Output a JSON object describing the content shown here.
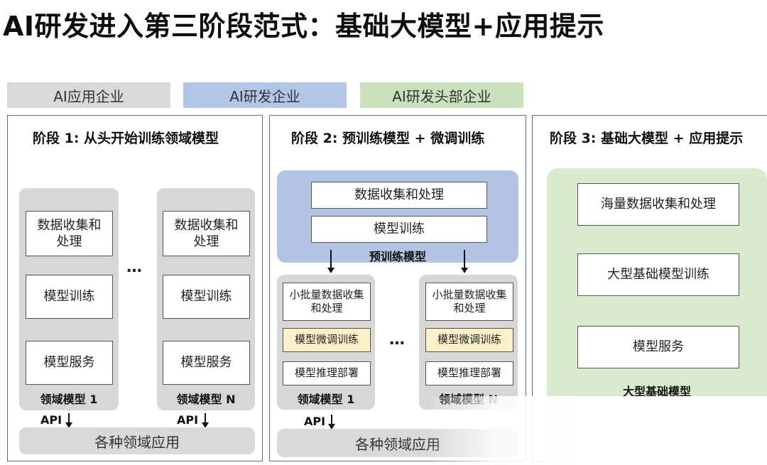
{
  "title": "AI研发进入第三阶段范式：基础大模型+应用提示",
  "legend": [
    {
      "label": "AI应用企业",
      "color": "#d9d9d9"
    },
    {
      "label": "AI研发企业",
      "color": "#b4c6e7"
    },
    {
      "label": "AI研发头部企业",
      "color": "#c9e2bd"
    }
  ],
  "stage1": {
    "title": "阶段 1: 从头开始训练领域模型",
    "col1": {
      "step1": "数据收集和\n处理",
      "step2": "模型训练",
      "step3": "模型服务",
      "caption": "领域模型 1"
    },
    "col2": {
      "step1": "数据收集和\n处理",
      "step2": "模型训练",
      "step3": "模型服务",
      "caption": "领域模型 N"
    },
    "dots": "…",
    "api": "API",
    "bar": "各种领域应用"
  },
  "stage2": {
    "title": "阶段 2: 预训练模型 + 微调训练",
    "pretrain": {
      "step1": "数据收集和处理",
      "step2": "模型训练",
      "caption": "预训练模型"
    },
    "col1": {
      "step1": "小批量数据收集\n和处理",
      "step2": "模型微调训练",
      "step3": "模型推理部署",
      "caption": "领域模型 1"
    },
    "col2": {
      "step1": "小批量数据收集\n和处理",
      "step2": "模型微调训练",
      "step3": "模型推理部署",
      "caption": "领域模型 N"
    },
    "dots": "…",
    "api": "API",
    "bar": "各种领域应用"
  },
  "stage3": {
    "title": "阶段 3: 基础大模型 + 应用提示",
    "step1": "海量数据收集和处理",
    "step2": "大型基础模型训练",
    "step3": "模型服务",
    "caption": "大型基础模型"
  }
}
